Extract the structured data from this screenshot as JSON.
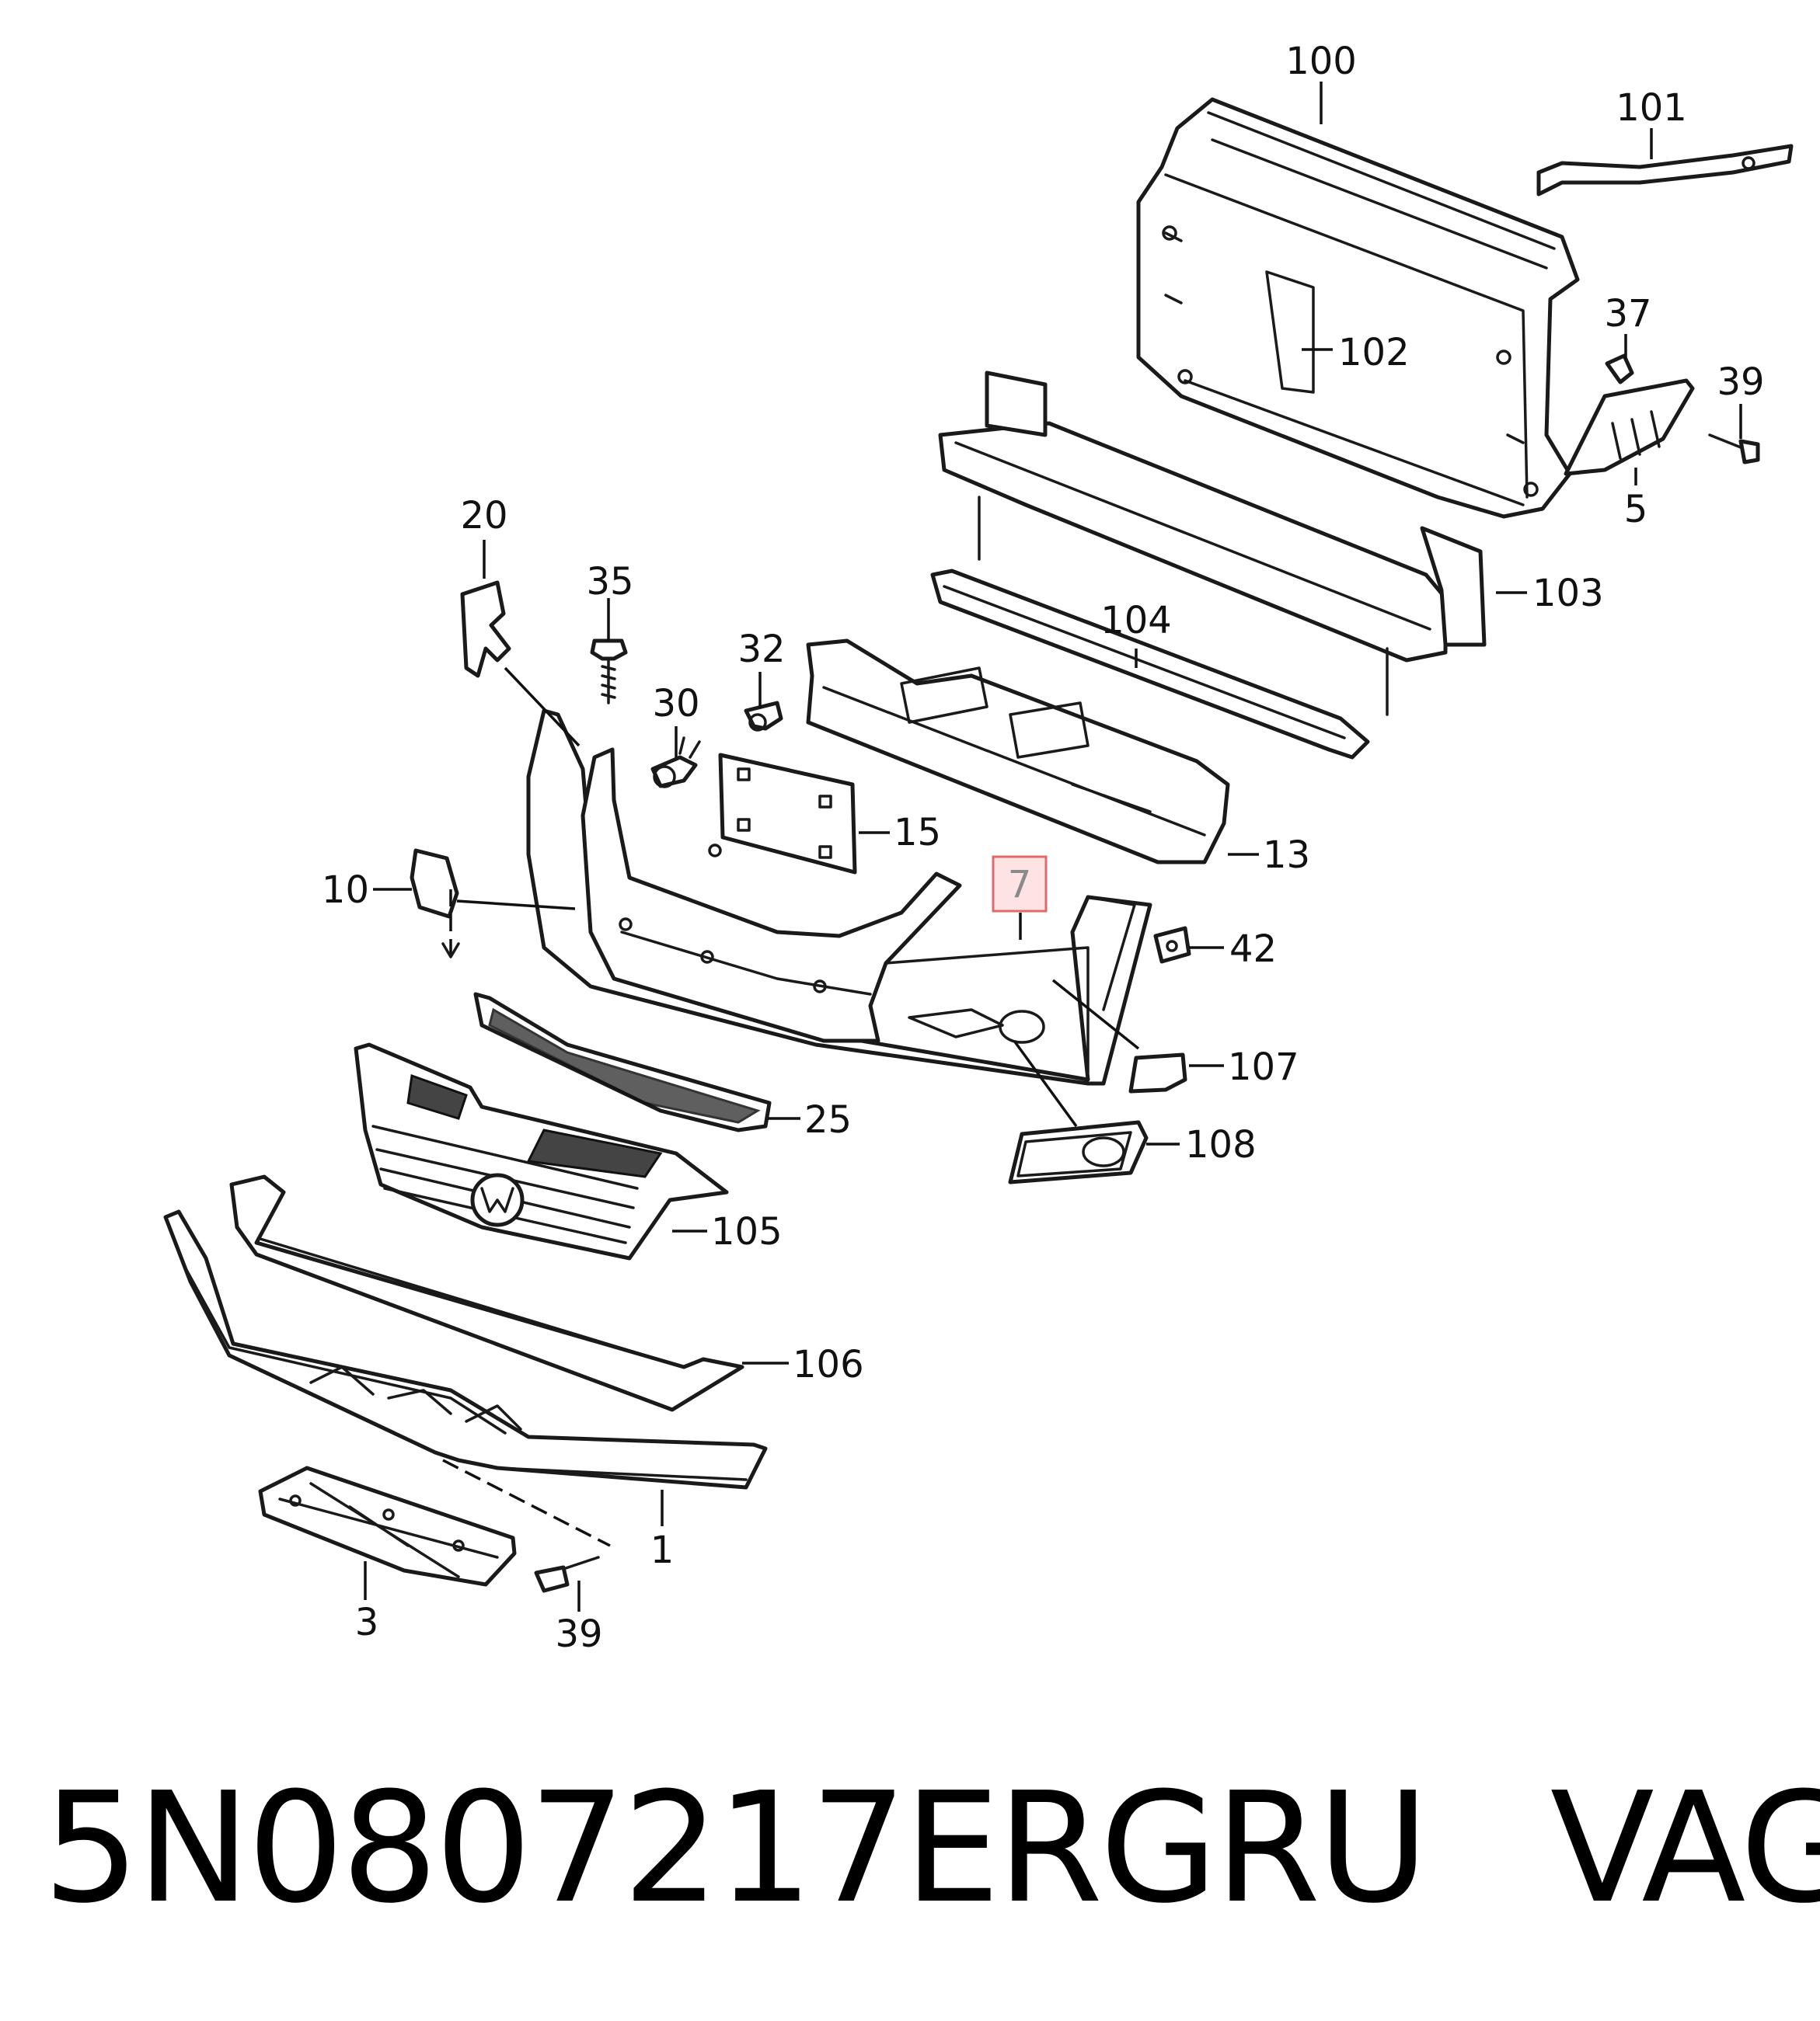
{
  "diagram": {
    "callouts": [
      {
        "id": "c100",
        "label": "100"
      },
      {
        "id": "c101",
        "label": "101"
      },
      {
        "id": "c102",
        "label": "102"
      },
      {
        "id": "c37",
        "label": "37"
      },
      {
        "id": "c39a",
        "label": "39"
      },
      {
        "id": "c5",
        "label": "5"
      },
      {
        "id": "c103",
        "label": "103"
      },
      {
        "id": "c104",
        "label": "104"
      },
      {
        "id": "c20",
        "label": "20"
      },
      {
        "id": "c35",
        "label": "35"
      },
      {
        "id": "c32",
        "label": "32"
      },
      {
        "id": "c30",
        "label": "30"
      },
      {
        "id": "c15",
        "label": "15"
      },
      {
        "id": "c13",
        "label": "13"
      },
      {
        "id": "c10",
        "label": "10"
      },
      {
        "id": "c7",
        "label": "7",
        "highlighted": true
      },
      {
        "id": "c42",
        "label": "42"
      },
      {
        "id": "c107",
        "label": "107"
      },
      {
        "id": "c25",
        "label": "25"
      },
      {
        "id": "c108",
        "label": "108"
      },
      {
        "id": "c105",
        "label": "105"
      },
      {
        "id": "c106",
        "label": "106"
      },
      {
        "id": "c1",
        "label": "1"
      },
      {
        "id": "c3",
        "label": "3"
      },
      {
        "id": "c39b",
        "label": "39"
      }
    ],
    "highlight_color": "#e06a6a"
  },
  "footer": {
    "part_number": "5N0807217ERGRU",
    "brand": "VAG"
  }
}
